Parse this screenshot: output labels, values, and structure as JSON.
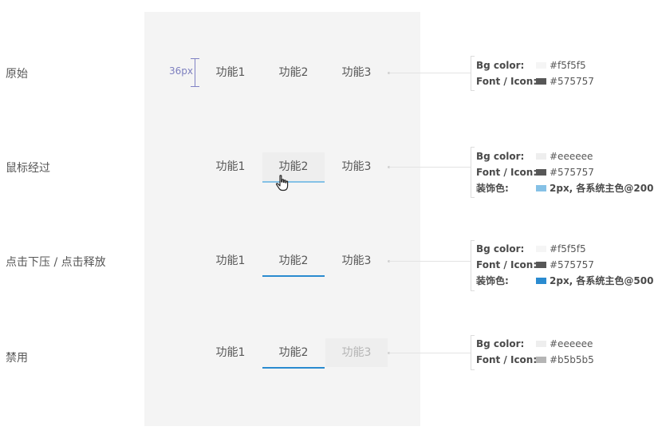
{
  "measurement": {
    "height_label": "36px"
  },
  "states": [
    {
      "label": "原始",
      "tabs": [
        "功能1",
        "功能2",
        "功能3"
      ],
      "specs": [
        {
          "key": "Bg color:",
          "swatch": "#f5f5f5",
          "value": "#f5f5f5"
        },
        {
          "key": "Font / Icon:",
          "swatch": "#575757",
          "value": "#575757"
        }
      ]
    },
    {
      "label": "鼠标经过",
      "tabs": [
        "功能1",
        "功能2",
        "功能3"
      ],
      "specs": [
        {
          "key": "Bg color:",
          "swatch": "#eeeeee",
          "value": "#eeeeee"
        },
        {
          "key": "Font / Icon:",
          "swatch": "#575757",
          "value": "#575757"
        },
        {
          "key": "装饰色:",
          "swatch": "#85c1e6",
          "value": "2px, 各系统主色@200"
        }
      ]
    },
    {
      "label": "点击下压 / 点击释放",
      "tabs": [
        "功能1",
        "功能2",
        "功能3"
      ],
      "specs": [
        {
          "key": "Bg color:",
          "swatch": "#f5f5f5",
          "value": "#f5f5f5"
        },
        {
          "key": "Font / Icon:",
          "swatch": "#575757",
          "value": "#575757"
        },
        {
          "key": "装饰色:",
          "swatch": "#2a8bd0",
          "value": "2px, 各系统主色@500"
        }
      ]
    },
    {
      "label": "禁用",
      "tabs": [
        "功能1",
        "功能2",
        "功能3"
      ],
      "specs": [
        {
          "key": "Bg color:",
          "swatch": "#eeeeee",
          "value": "#eeeeee"
        },
        {
          "key": "Font / Icon:",
          "swatch": "#b5b5b5",
          "value": "#b5b5b5"
        }
      ]
    }
  ],
  "colors": {
    "panel_bg": "#f4f4f4",
    "hover_underline": "#85c1e6",
    "active_underline": "#2a8bd0",
    "measure": "#8082c4"
  },
  "icons": {
    "cursor": "hand-pointer-icon"
  }
}
